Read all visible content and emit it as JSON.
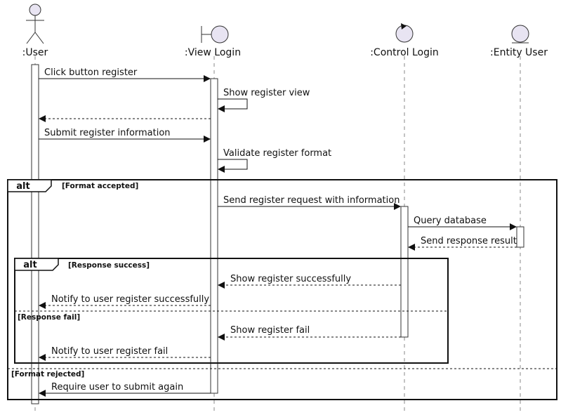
{
  "participants": [
    {
      "id": "user",
      "label": ":User",
      "kind": "actor"
    },
    {
      "id": "view",
      "label": ":View Login",
      "kind": "boundary"
    },
    {
      "id": "control",
      "label": ":Control Login",
      "kind": "control"
    },
    {
      "id": "entity",
      "label": ":Entity User",
      "kind": "entity"
    }
  ],
  "messages": [
    {
      "from": "user",
      "to": "view",
      "label": "Click button register",
      "style": "solid"
    },
    {
      "from": "view",
      "to": "view",
      "label": "Show register view",
      "style": "self"
    },
    {
      "from": "view",
      "to": "user",
      "label": "",
      "style": "dashed"
    },
    {
      "from": "user",
      "to": "view",
      "label": "Submit register information",
      "style": "solid"
    },
    {
      "from": "view",
      "to": "view",
      "label": "Validate register format",
      "style": "self"
    },
    {
      "from": "view",
      "to": "control",
      "label": "Send register request with information",
      "style": "solid"
    },
    {
      "from": "control",
      "to": "entity",
      "label": "Query database",
      "style": "solid"
    },
    {
      "from": "entity",
      "to": "control",
      "label": "Send response result",
      "style": "dashed"
    },
    {
      "from": "control",
      "to": "view",
      "label": "Show register successfully",
      "style": "dashed"
    },
    {
      "from": "view",
      "to": "user",
      "label": "Notify to user register successfully",
      "style": "dashed"
    },
    {
      "from": "control",
      "to": "view",
      "label": "Show register fail",
      "style": "dashed"
    },
    {
      "from": "view",
      "to": "user",
      "label": "Notify to user register fail",
      "style": "dashed"
    },
    {
      "from": "view",
      "to": "user",
      "label": "Require user to submit again",
      "style": "solid"
    }
  ],
  "fragments": [
    {
      "id": "outer",
      "tag": "alt",
      "guards": [
        "[Format accepted]",
        "[Format rejected]"
      ]
    },
    {
      "id": "inner",
      "tag": "alt",
      "guards": [
        "[Response success]",
        "[Response fail]"
      ]
    }
  ],
  "colors": {
    "participant_fill": "#e8e4f2",
    "line": "#111111",
    "lifeline": "#888888"
  }
}
